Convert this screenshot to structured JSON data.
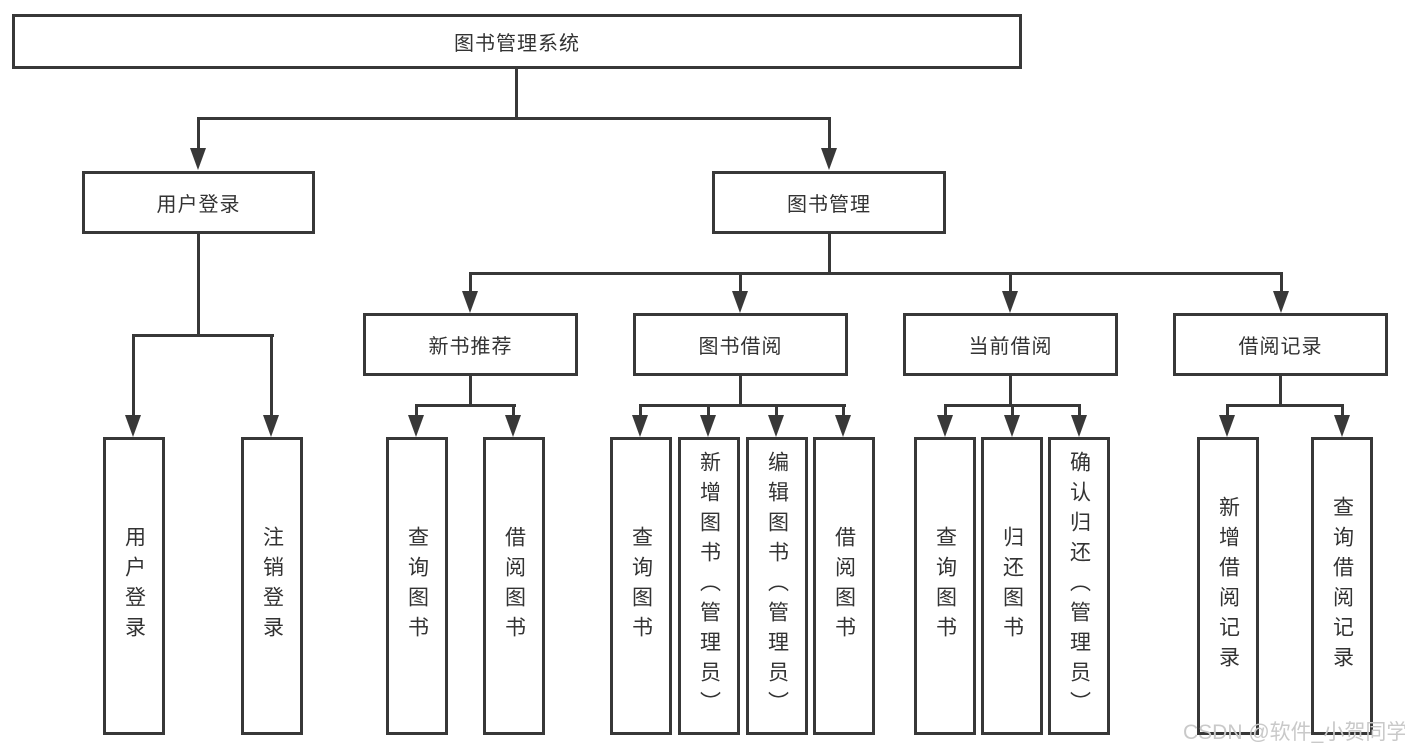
{
  "diagram": {
    "root": {
      "label": "图书管理系统"
    },
    "branches": {
      "user_login": {
        "label": "用户登录"
      },
      "book_mgmt": {
        "label": "图书管理"
      }
    },
    "modules": [
      {
        "label": "新书推荐"
      },
      {
        "label": "图书借阅"
      },
      {
        "label": "当前借阅"
      },
      {
        "label": "借阅记录"
      }
    ],
    "leaves": [
      {
        "label": "用户登录"
      },
      {
        "label": "注销登录"
      },
      {
        "label": "查询图书"
      },
      {
        "label": "借阅图书"
      },
      {
        "label": "查询图书"
      },
      {
        "label": "新增图书（管理员）"
      },
      {
        "label": "编辑图书（管理员）"
      },
      {
        "label": "借阅图书"
      },
      {
        "label": "查询图书"
      },
      {
        "label": "归还图书"
      },
      {
        "label": "确认归还（管理员）"
      },
      {
        "label": "新增借阅记录"
      },
      {
        "label": "查询借阅记录"
      }
    ]
  },
  "watermark": {
    "text": "CSDN @软件_小贺同学"
  },
  "colors": {
    "line": "#383838",
    "border": "#383838",
    "text": "#333333",
    "background": "#ffffff",
    "watermark": "#c9c9c9"
  }
}
